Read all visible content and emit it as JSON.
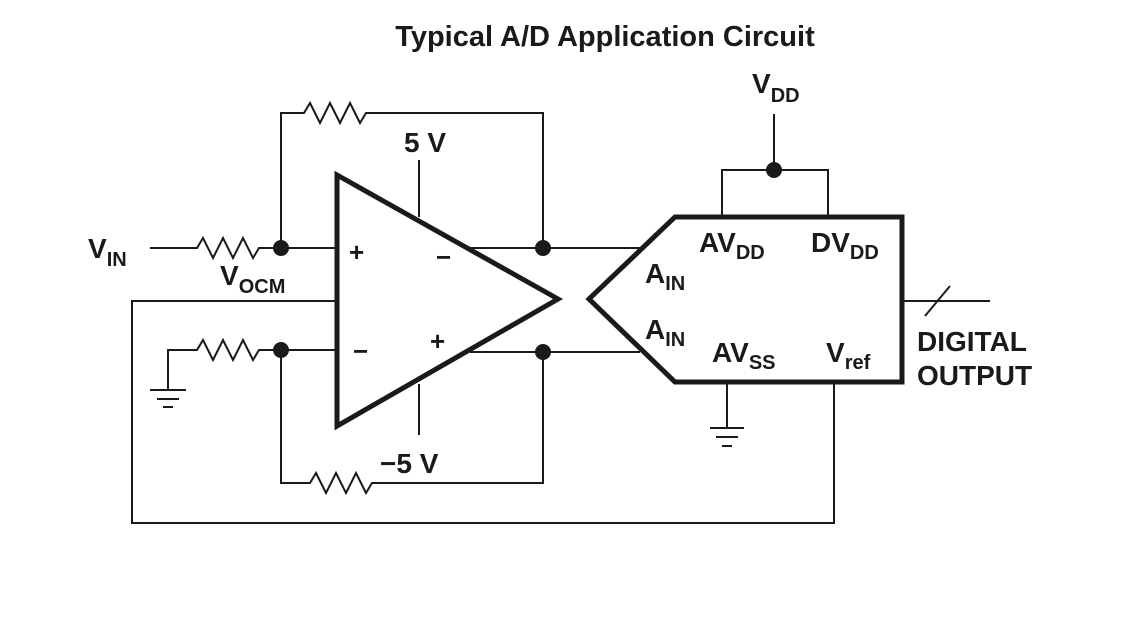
{
  "title": "Typical A/D Application Circuit",
  "labels": {
    "vin": {
      "main": "V",
      "sub": "IN"
    },
    "vocm": {
      "main": "V",
      "sub": "OCM"
    },
    "vdd": {
      "main": "V",
      "sub": "DD"
    },
    "supply_pos": "5 V",
    "supply_neg": "−5 V",
    "avdd": {
      "main": "AV",
      "sub": "DD"
    },
    "dvdd": {
      "main": "DV",
      "sub": "DD"
    },
    "ain_top": {
      "main": "A",
      "sub": "IN"
    },
    "ain_bottom": {
      "main": "A",
      "sub": "IN"
    },
    "avss": {
      "main": "AV",
      "sub": "SS"
    },
    "vref": {
      "main": "V",
      "sub": "ref"
    },
    "digital_output_line1": "DIGITAL",
    "digital_output_line2": "OUTPUT"
  },
  "amp_signs": {
    "in_plus": "+",
    "in_minus": "−",
    "out_minus": "−",
    "out_plus": "+"
  }
}
